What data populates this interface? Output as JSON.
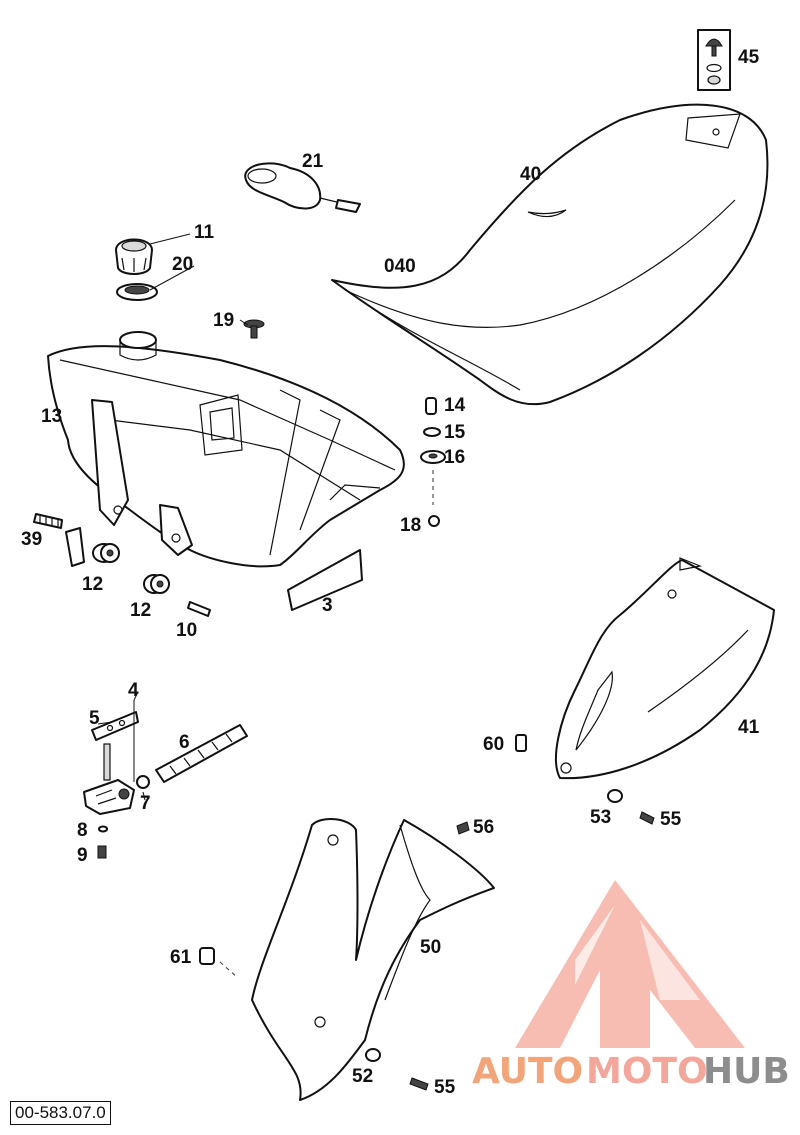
{
  "drawing_code": "00-583.07.0",
  "watermark": {
    "part1": "AUTO",
    "part2": "MOTO",
    "part3": "HUB",
    "color_primary": "#f4a79a",
    "color_secondary": "#f2b27a",
    "color_tertiary": "#8a8a8a"
  },
  "callouts": {
    "c45": "45",
    "c21": "21",
    "c40": "40",
    "c040": "040",
    "c11": "11",
    "c20": "20",
    "c19": "19",
    "c13": "13",
    "c14": "14",
    "c15": "15",
    "c16": "16",
    "c18": "18",
    "c39": "39",
    "c12a": "12",
    "c12b": "12",
    "c10": "10",
    "c3": "3",
    "c4": "4",
    "c5": "5",
    "c6": "6",
    "c7": "7",
    "c8": "8",
    "c9": "9",
    "c60": "60",
    "c41": "41",
    "c53": "53",
    "c55a": "55",
    "c56": "56",
    "c50": "50",
    "c61": "61",
    "c52": "52",
    "c55b": "55"
  }
}
